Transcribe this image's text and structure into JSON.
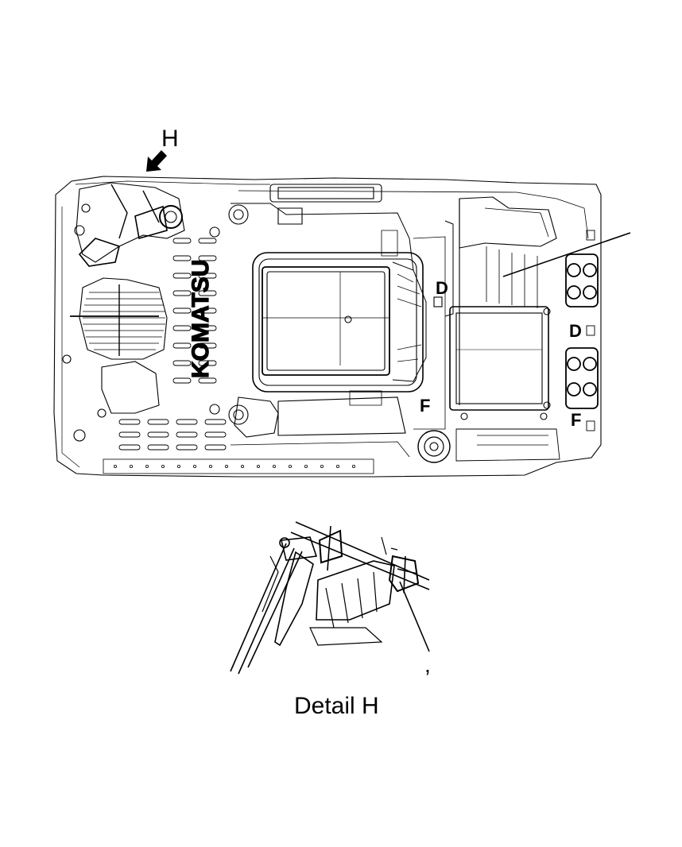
{
  "labels": {
    "h_callout": "H",
    "d_center": "D",
    "d_right": "D",
    "f_center": "F",
    "f_right": "F",
    "brand": "KOMATSU",
    "detail_mark": ",",
    "detail_caption": "Detail H"
  },
  "colors": {
    "ink": "#000000",
    "background": "#ffffff"
  }
}
